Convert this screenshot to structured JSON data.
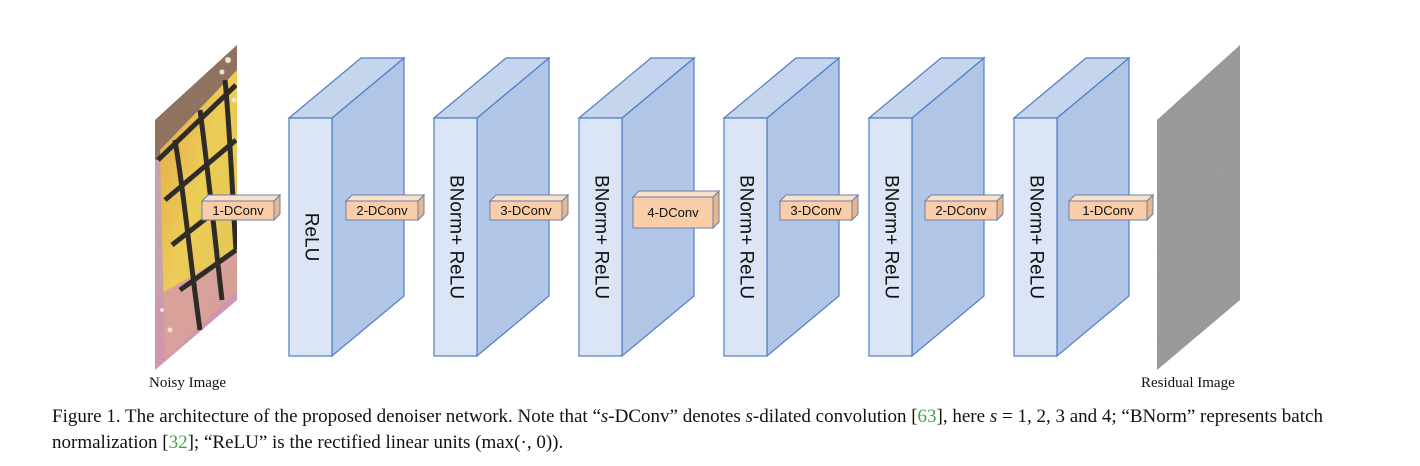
{
  "diagram": {
    "input_label": "Noisy Image",
    "output_label": "Residual Image",
    "blocks": [
      {
        "label": "ReLU"
      },
      {
        "label": "BNorm+ ReLU"
      },
      {
        "label": "BNorm+ ReLU"
      },
      {
        "label": "BNorm+ ReLU"
      },
      {
        "label": "BNorm+ ReLU"
      },
      {
        "label": "BNorm+ ReLU"
      }
    ],
    "convs": [
      {
        "label": "1-DConv"
      },
      {
        "label": "2-DConv"
      },
      {
        "label": "3-DConv"
      },
      {
        "label": "4-DConv"
      },
      {
        "label": "3-DConv"
      },
      {
        "label": "2-DConv"
      },
      {
        "label": "1-DConv"
      }
    ],
    "colors": {
      "block_front": "#dbe5f5",
      "block_side": "#b1c5e6",
      "block_top": "#c6d5ee",
      "block_stroke": "#4f7ec4",
      "conv_front": "#f9cda8",
      "conv_top": "#fbe1ca",
      "conv_side": "#e9b58b",
      "conv_stroke": "#6b7fa6"
    }
  },
  "caption": {
    "p1": "Figure 1. The architecture of the proposed denoiser network. Note that “",
    "s1": "s",
    "p2": "-DConv” denotes ",
    "s2": "s",
    "p3": "-dilated convolution [",
    "ref1": "63",
    "p4": "], here ",
    "s3": "s",
    "p5": " = 1, 2, 3 and 4; “BNorm” represents batch normalization [",
    "ref2": "32",
    "p6": "]; “ReLU” is the rectified linear units (max(·, 0))."
  }
}
